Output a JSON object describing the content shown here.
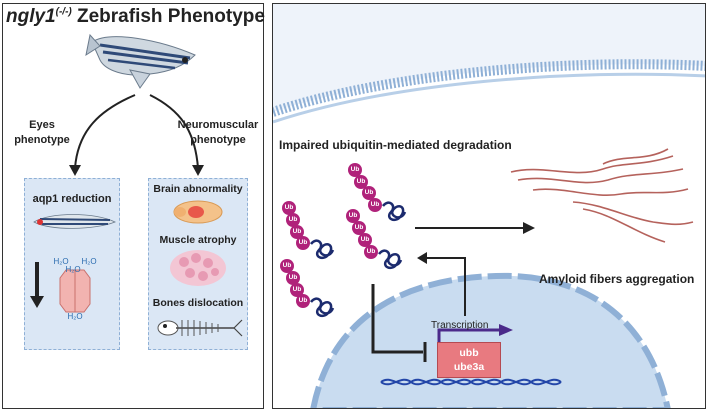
{
  "title": {
    "gene": "ngly1",
    "superscript": "(-/-)",
    "rest": " Zebrafish Phenotype"
  },
  "branches": {
    "eyes": [
      "Eyes",
      "phenotype"
    ],
    "neuro": [
      "Neuromuscular",
      "phenotype"
    ]
  },
  "eyes_box": {
    "label": "aqp1 reduction",
    "water": [
      "H₂O",
      "H₂O",
      "H₂O",
      "H₂O"
    ]
  },
  "neuro_box": {
    "items": [
      "Brain abnormality",
      "Muscle atrophy",
      "Bones dislocation"
    ]
  },
  "right": {
    "impaired": "Impaired ubiquitin-mediated degradation",
    "amyloid": "Amyloid fibers aggregation",
    "transcription": "Transcription",
    "genes": [
      "ubb",
      "ube3a"
    ],
    "ub": "Ub"
  },
  "colors": {
    "ub": "#b0227a",
    "gene_box": "#e87a80",
    "gene_arrow": "#4b2a8a",
    "dashed_fill": "#dbe7f5",
    "nucleus": "#c9dcf0",
    "fibers": "#b5625c"
  }
}
